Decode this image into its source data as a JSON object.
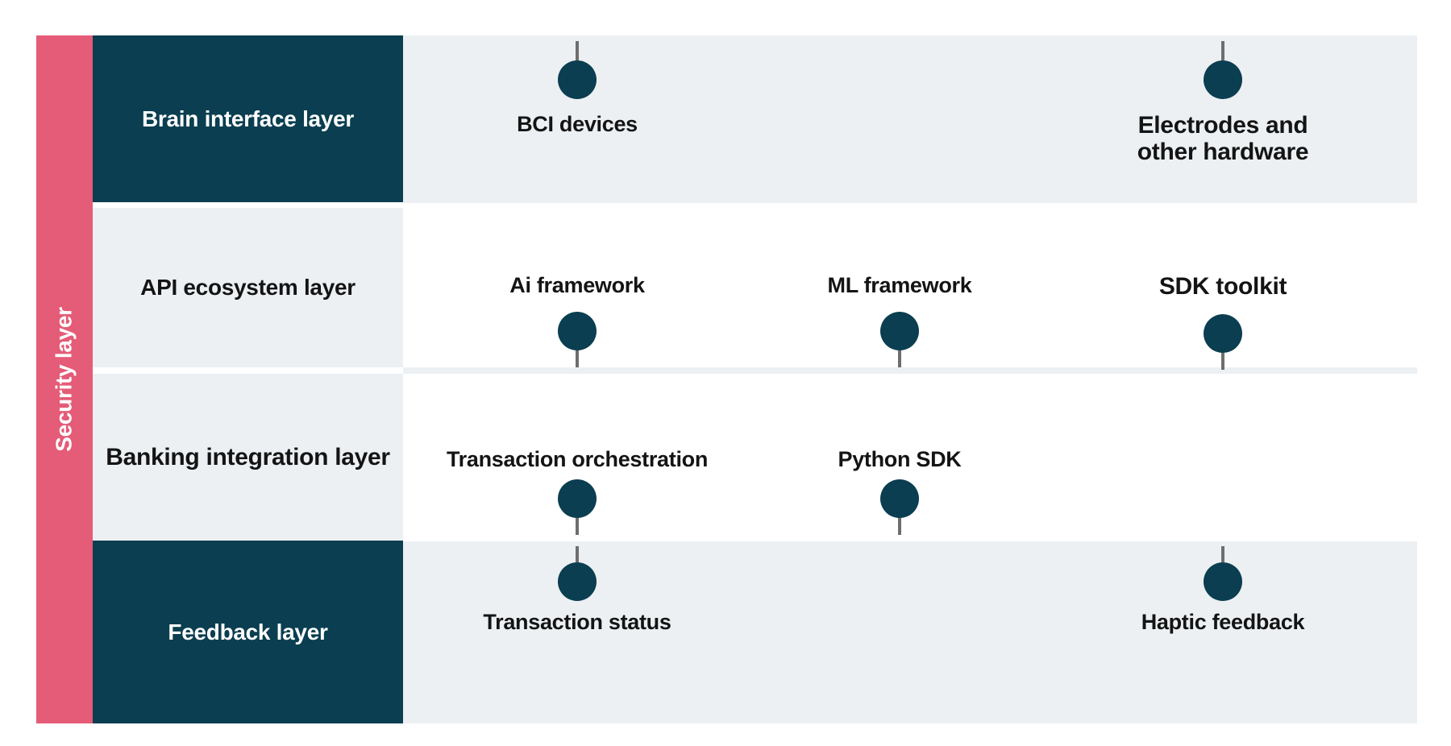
{
  "palette": {
    "teal": "#0A3E50",
    "pink": "#E45C77",
    "panel_gray": "#ECF0F3",
    "stem_gray": "#6E6E6E",
    "text_dark": "#141414",
    "text_light": "#FFFFFF"
  },
  "security_bar": {
    "label": "Security layer"
  },
  "layers": [
    {
      "label": "Brain interface layer",
      "items": [
        {
          "label": "BCI devices"
        },
        {
          "label": "Electrodes and\nother hardware"
        }
      ]
    },
    {
      "label": "API ecosystem layer",
      "items": [
        {
          "label": "Ai framework"
        },
        {
          "label": "ML framework"
        },
        {
          "label": "SDK toolkit"
        }
      ]
    },
    {
      "label": "Banking integration layer",
      "items": [
        {
          "label": "Transaction orchestration"
        },
        {
          "label": "Python SDK"
        }
      ]
    },
    {
      "label": "Feedback layer",
      "items": [
        {
          "label": "Transaction status"
        },
        {
          "label": "Haptic feedback"
        }
      ]
    }
  ]
}
